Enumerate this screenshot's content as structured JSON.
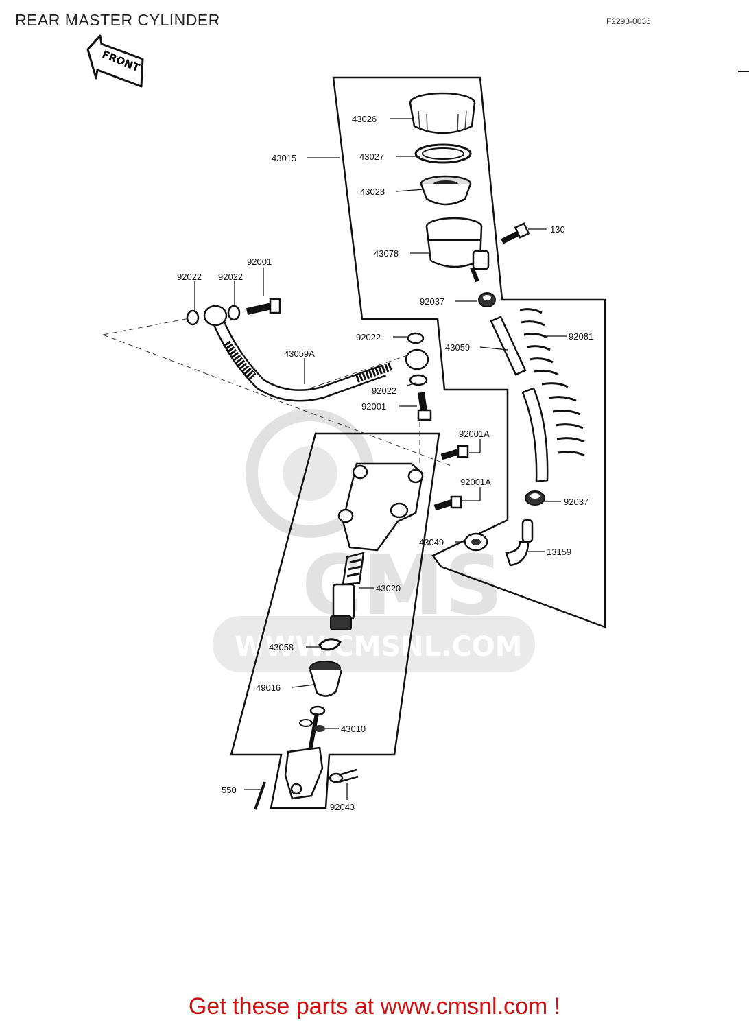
{
  "header": {
    "title": "REAR MASTER CYLINDER",
    "diagram_ref": "F2293-0036"
  },
  "front_arrow": {
    "label": "FRONT"
  },
  "watermark": {
    "text": "WWW.CMSNL.COM",
    "brand": "CMS",
    "color": "#cfcfcf"
  },
  "parts": [
    {
      "id": "p43026",
      "number": "43026"
    },
    {
      "id": "p43015",
      "number": "43015"
    },
    {
      "id": "p43027",
      "number": "43027"
    },
    {
      "id": "p43028",
      "number": "43028"
    },
    {
      "id": "p130",
      "number": "130"
    },
    {
      "id": "p43078",
      "number": "43078"
    },
    {
      "id": "p92001-top",
      "number": "92001"
    },
    {
      "id": "p92022-left",
      "number": "92022"
    },
    {
      "id": "p92022-mid",
      "number": "92022"
    },
    {
      "id": "p92037-top",
      "number": "92037"
    },
    {
      "id": "p92081",
      "number": "92081"
    },
    {
      "id": "p92022-right",
      "number": "92022"
    },
    {
      "id": "p43059A",
      "number": "43059A"
    },
    {
      "id": "p43059",
      "number": "43059"
    },
    {
      "id": "p92022-lower",
      "number": "92022"
    },
    {
      "id": "p92001-mid",
      "number": "92001"
    },
    {
      "id": "p92001A-top",
      "number": "92001A"
    },
    {
      "id": "p92001A-bot",
      "number": "92001A"
    },
    {
      "id": "p92037-bot",
      "number": "92037"
    },
    {
      "id": "p43049",
      "number": "43049"
    },
    {
      "id": "p13159",
      "number": "13159"
    },
    {
      "id": "p43020",
      "number": "43020"
    },
    {
      "id": "p43058",
      "number": "43058"
    },
    {
      "id": "p49016",
      "number": "49016"
    },
    {
      "id": "p43010",
      "number": "43010"
    },
    {
      "id": "p550",
      "number": "550"
    },
    {
      "id": "p92043",
      "number": "92043"
    }
  ],
  "footer": {
    "text": "Get these parts at www.cmsnl.com !",
    "color": "#d01010"
  }
}
